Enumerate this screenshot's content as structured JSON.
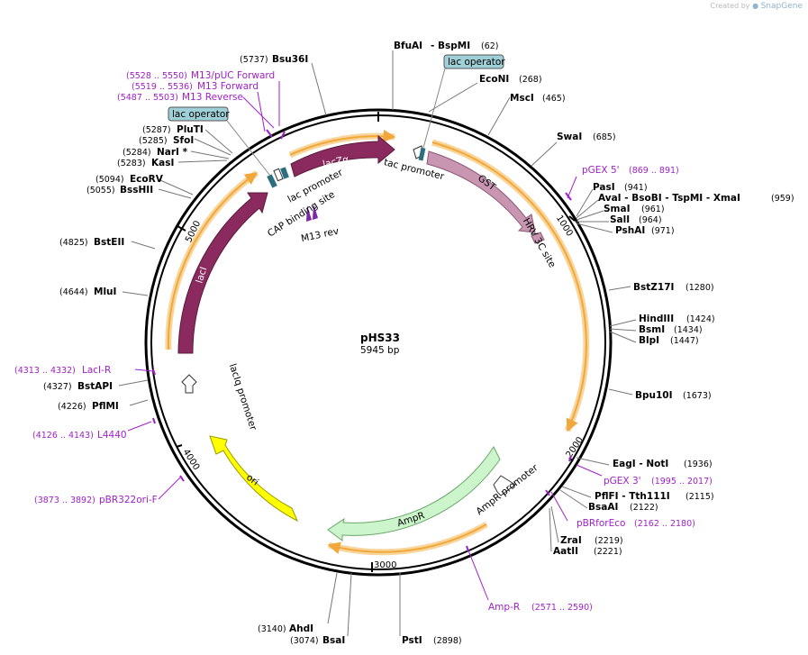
{
  "credit": {
    "prefix": "Created by",
    "brand": "SnapGene"
  },
  "plasmid": {
    "name": "pHS33",
    "size_label": "5945 bp"
  },
  "ticks": [
    {
      "id": "t1000",
      "label": "1000"
    },
    {
      "id": "t2000",
      "label": "2000"
    },
    {
      "id": "t3000",
      "label": "3000"
    },
    {
      "id": "t4000",
      "label": "4000"
    },
    {
      "id": "t5000",
      "label": "5000"
    }
  ],
  "sites": [
    {
      "id": "bfuai",
      "name": "BfuAI",
      "name2": "BspMI",
      "pos": "(62)"
    },
    {
      "id": "econi",
      "name": "EcoNI",
      "pos": "(268)"
    },
    {
      "id": "msci",
      "name": "MscI",
      "pos": "(465)"
    },
    {
      "id": "swai",
      "name": "SwaI",
      "pos": "(685)"
    },
    {
      "id": "pasi",
      "name": "PasI",
      "pos": "(941)"
    },
    {
      "id": "avai",
      "name": "AvaI - BsoBI - TspMI - XmaI",
      "pos": "(959)"
    },
    {
      "id": "smai",
      "name": "SmaI",
      "pos": "(961)"
    },
    {
      "id": "sali",
      "name": "SalI",
      "pos": "(964)"
    },
    {
      "id": "pshai",
      "name": "PshAI",
      "pos": "(971)"
    },
    {
      "id": "bstz17i",
      "name": "BstZ17I",
      "pos": "(1280)"
    },
    {
      "id": "hindiii",
      "name": "HindIII",
      "pos": "(1424)"
    },
    {
      "id": "bsmi",
      "name": "BsmI",
      "pos": "(1434)"
    },
    {
      "id": "blpi",
      "name": "BlpI",
      "pos": "(1447)"
    },
    {
      "id": "bpu10i",
      "name": "Bpu10I",
      "pos": "(1673)"
    },
    {
      "id": "eagi",
      "name": "EagI - NotI",
      "pos": "(1936)"
    },
    {
      "id": "pflfi",
      "name": "PflFI - Tth111I",
      "pos": "(2115)"
    },
    {
      "id": "bsaai",
      "name": "BsaAI",
      "pos": "(2122)"
    },
    {
      "id": "zrai",
      "name": "ZraI",
      "pos": "(2219)"
    },
    {
      "id": "aatii",
      "name": "AatII",
      "pos": "(2221)"
    },
    {
      "id": "psti",
      "name": "PstI",
      "pos": "(2898)"
    },
    {
      "id": "bsai",
      "name": "BsaI",
      "pos": "(3074)"
    },
    {
      "id": "ahdi",
      "name": "AhdI",
      "pos": "(3140)"
    },
    {
      "id": "pflmi",
      "name": "PflMI",
      "pos": "(4226)"
    },
    {
      "id": "bstapi",
      "name": "BstAPI",
      "pos": "(4327)"
    },
    {
      "id": "mlui",
      "name": "MluI",
      "pos": "(4644)"
    },
    {
      "id": "bsteii",
      "name": "BstEII",
      "pos": "(4825)"
    },
    {
      "id": "bsshii",
      "name": "BssHII",
      "pos": "(5055)"
    },
    {
      "id": "ecorv",
      "name": "EcoRV",
      "pos": "(5094)"
    },
    {
      "id": "kasi",
      "name": "KasI",
      "pos": "(5283)"
    },
    {
      "id": "nari",
      "name": "NarI *",
      "pos": "(5284)"
    },
    {
      "id": "sfoi",
      "name": "SfoI",
      "pos": "(5285)"
    },
    {
      "id": "pluti",
      "name": "PluTI",
      "pos": "(5287)"
    },
    {
      "id": "bsu36i",
      "name": "Bsu36I",
      "pos": "(5737)"
    }
  ],
  "primers": [
    {
      "id": "m13puc",
      "name": "M13/pUC Forward",
      "pos": "(5528 .. 5550)"
    },
    {
      "id": "m13fwd",
      "name": "M13 Forward",
      "pos": "(5519 .. 5536)"
    },
    {
      "id": "m13rev",
      "name": "M13 Reverse",
      "pos": "(5487 .. 5503)"
    },
    {
      "id": "pgex5",
      "name": "pGEX 5'",
      "pos": "(869 .. 891)"
    },
    {
      "id": "pgex3",
      "name": "pGEX 3'",
      "pos": "(1995 .. 2017)"
    },
    {
      "id": "pbrforeco",
      "name": "pBRforEco",
      "pos": "(2162 .. 2180)"
    },
    {
      "id": "ampr",
      "name": "Amp-R",
      "pos": "(2571 .. 2590)"
    },
    {
      "id": "pbr322ori",
      "name": "pBR322ori-F",
      "pos": "(3873 .. 3892)"
    },
    {
      "id": "l4440",
      "name": "L4440",
      "pos": "(4126 .. 4143)"
    },
    {
      "id": "lacir",
      "name": "LacI-R",
      "pos": "(4313 .. 4332)"
    }
  ],
  "features": {
    "lacza": "lacZα",
    "laci": "lacI",
    "gst": "GST",
    "ori": "ori",
    "ampr": "AmpR",
    "ampr_promoter": "AmpR promoter",
    "laciq_promoter": "lacIq promoter",
    "tac_promoter": "tac promoter",
    "lac_promoter": "lac promoter",
    "cap_site": "CAP binding site",
    "m13rev": "M13 rev",
    "hrv3c": "HRV 3C site",
    "lac_operator_1": "lac operator",
    "lac_operator_2": "lac operator"
  },
  "colors": {
    "lacZ_lacI": "#8b2a5e",
    "gst": "#c996b2",
    "ori": "#ffff00",
    "ampr": "#ccf5cc",
    "orf_arc": "#f2a73b",
    "primer": "#a020c8",
    "operator_box": "#9fd0d8"
  }
}
